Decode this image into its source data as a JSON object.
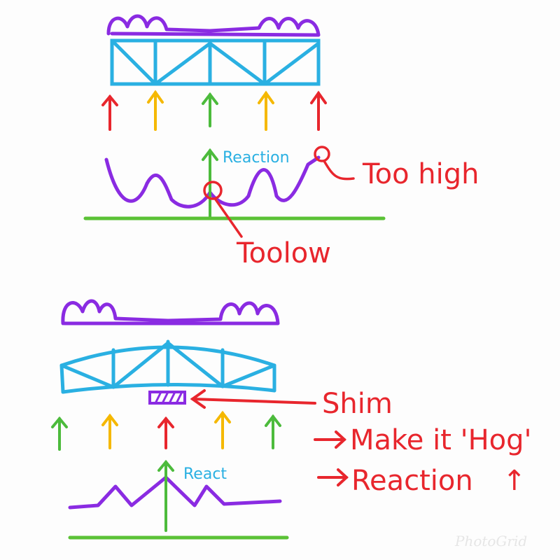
{
  "top": {
    "reaction_label": "Reaction",
    "too_high_label": "Too high",
    "too_low_label": "Toolow"
  },
  "bottom": {
    "react_label": "React",
    "shim_label": "Shim",
    "hog_label": "Make it 'Hog'",
    "reaction_up_label": "Reaction",
    "up_arrow_glyph": "↑"
  },
  "watermark": "PhotoGrid",
  "colors": {
    "load": "#8a2be2",
    "truss": "#2ab0e2",
    "ground": "#5bc236",
    "red": "#e8262d",
    "yellow": "#f5b800",
    "green": "#4cbb3c"
  }
}
